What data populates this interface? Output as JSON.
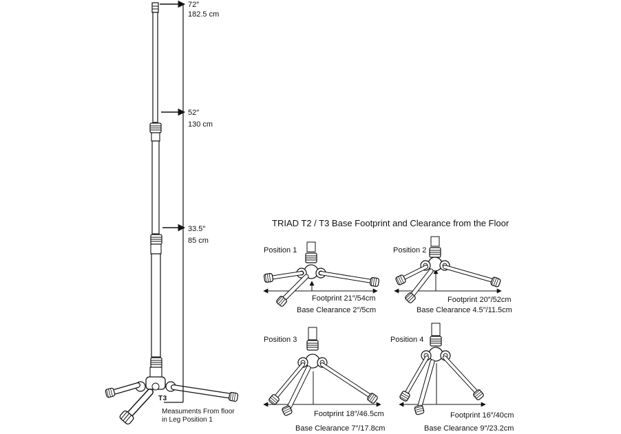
{
  "tall_stand": {
    "model": "T3",
    "measurements": [
      {
        "inches": "72″",
        "cm": "182.5 cm"
      },
      {
        "inches": "52″",
        "cm": "130 cm"
      },
      {
        "inches": "33.5″",
        "cm": "85 cm"
      }
    ],
    "note_line1": "Measuments From floor",
    "note_line2": "in Leg Position 1"
  },
  "base": {
    "title": "TRIAD T2 / T3 Base Footprint and Clearance from the Floor",
    "positions": [
      {
        "label": "Position 1",
        "footprint": "Footprint 21″/54cm",
        "clearance": "Base Clearance 2″/5cm"
      },
      {
        "label": "Position 2",
        "footprint": "Footprint 20″/52cm",
        "clearance": "Base Clearance 4.5″/11.5cm"
      },
      {
        "label": "Position 3",
        "footprint": "Footprint 18″/46.5cm",
        "clearance": "Base Clearance 7″/17.8cm"
      },
      {
        "label": "Position 4",
        "footprint": "Footprint 16″/40cm",
        "clearance": "Base Clearance 9″/23.2cm"
      }
    ]
  }
}
